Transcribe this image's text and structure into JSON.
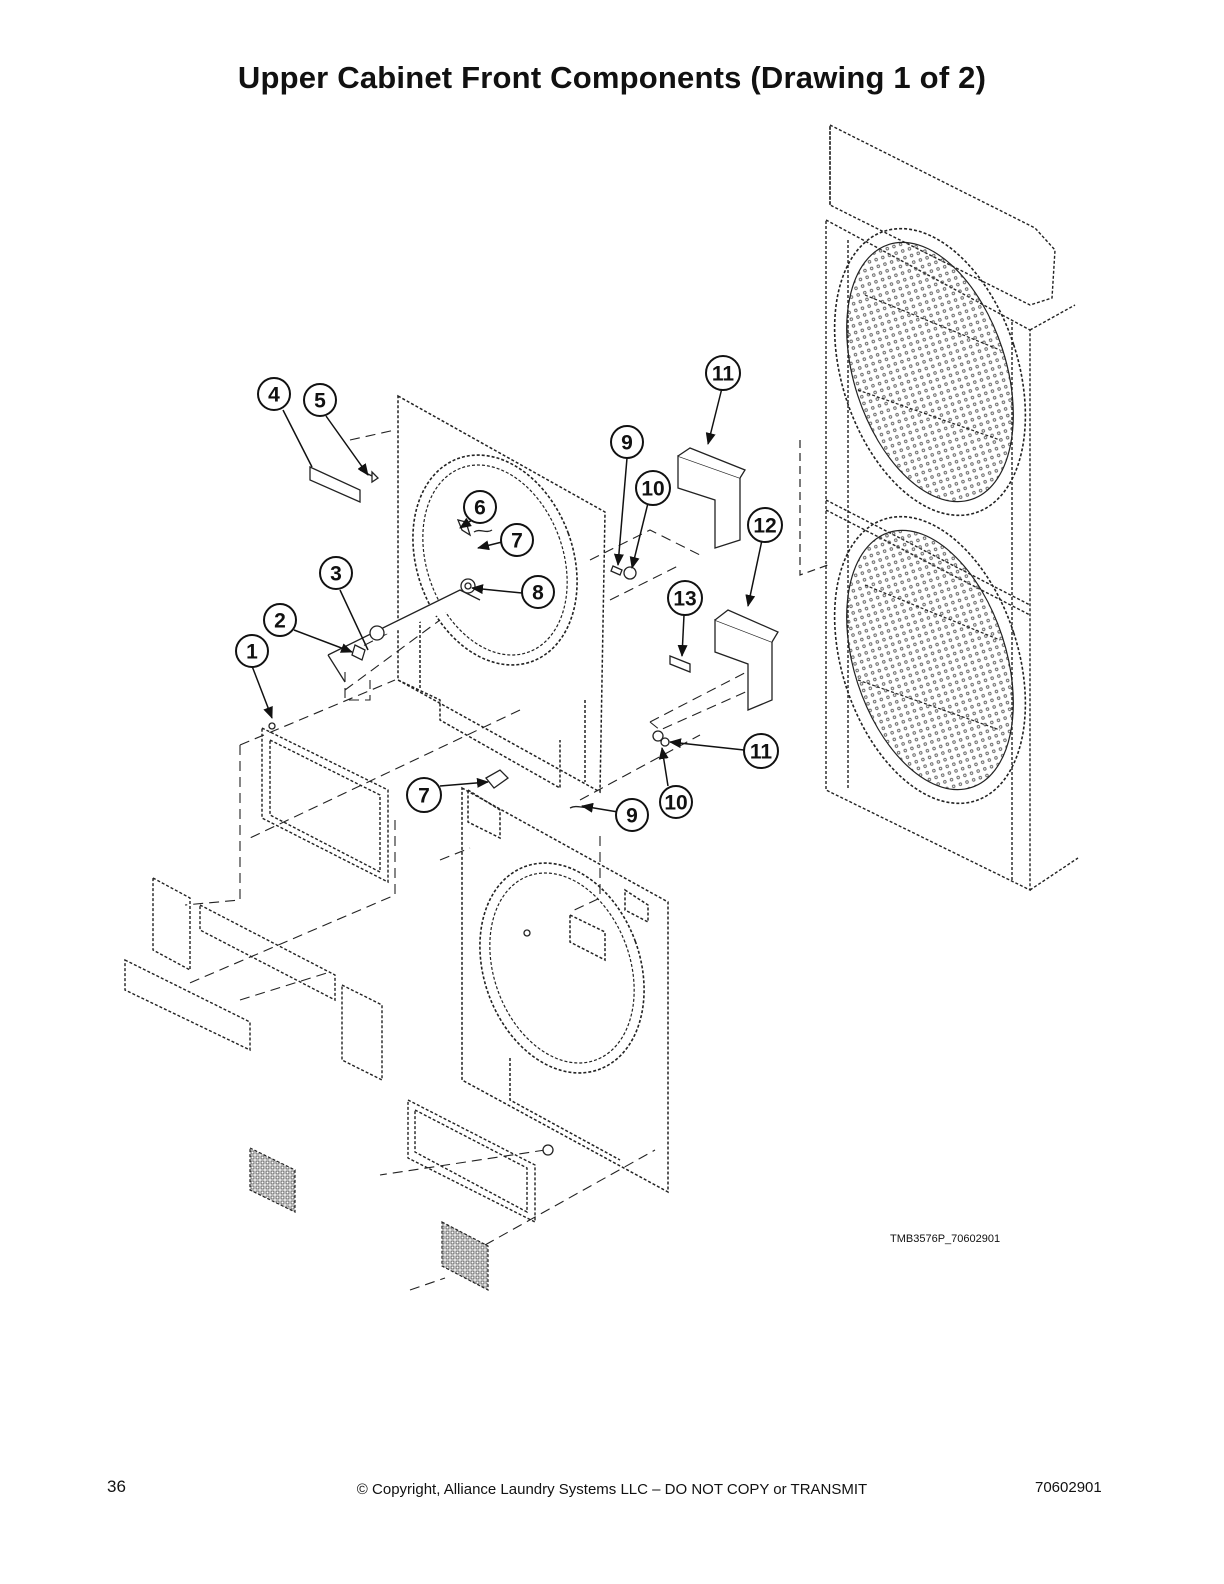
{
  "title": "Upper Cabinet Front Components (Drawing 1 of 2)",
  "figure_id": "TMB3576P_70602901",
  "footer": {
    "page_number": "36",
    "copyright": "© Copyright, Alliance Laundry Systems LLC – DO NOT COPY or TRANSMIT",
    "doc_number": "70602901"
  },
  "callouts": [
    "1",
    "2",
    "3",
    "4",
    "5",
    "6",
    "7",
    "8",
    "9",
    "10",
    "11",
    "12",
    "13",
    "7",
    "9",
    "10",
    "11"
  ]
}
